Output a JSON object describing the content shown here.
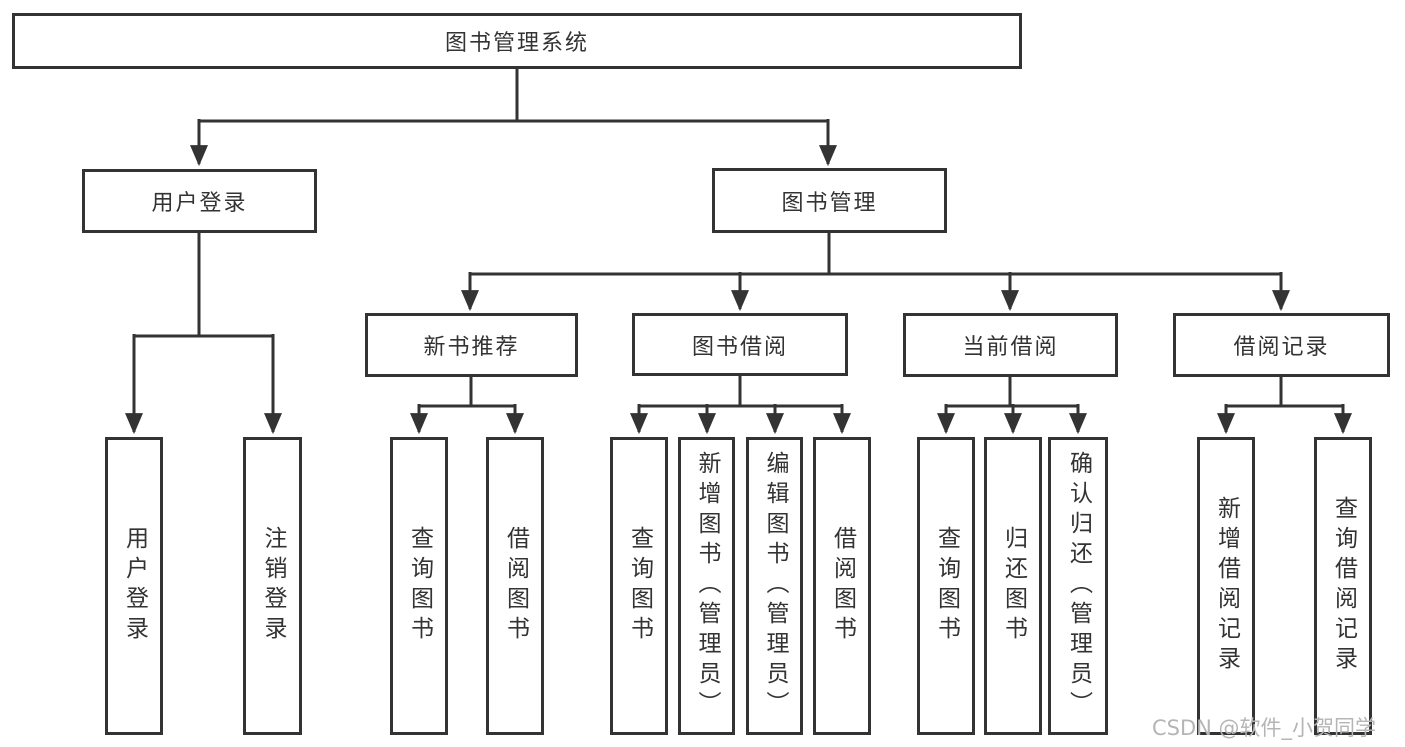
{
  "diagram": {
    "title": "图书管理系统",
    "root": {
      "label": "图书管理系统"
    },
    "level2": [
      {
        "id": "user-login",
        "label": "用户登录"
      },
      {
        "id": "book-management",
        "label": "图书管理"
      }
    ],
    "level3": [
      {
        "id": "new-book-recommend",
        "label": "新书推荐"
      },
      {
        "id": "book-borrow",
        "label": "图书借阅"
      },
      {
        "id": "current-borrow",
        "label": "当前借阅"
      },
      {
        "id": "borrow-records",
        "label": "借阅记录"
      }
    ],
    "leaves": {
      "user_login": [
        "用户登录",
        "注销登录"
      ],
      "new_book_recommend": [
        "查询图书",
        "借阅图书"
      ],
      "book_borrow": [
        "查询图书",
        "新增图书（管理员）",
        "编辑图书（管理员）",
        "借阅图书"
      ],
      "current_borrow": [
        "查询图书",
        "归还图书",
        "确认归还（管理员）"
      ],
      "borrow_records": [
        "新增借阅记录",
        "查询借阅记录"
      ]
    }
  },
  "watermark": "CSDN @软件_小贺同学",
  "colors": {
    "line": "#333333",
    "text": "#333333",
    "watermark": "#b5b5b5",
    "background": "#ffffff"
  }
}
